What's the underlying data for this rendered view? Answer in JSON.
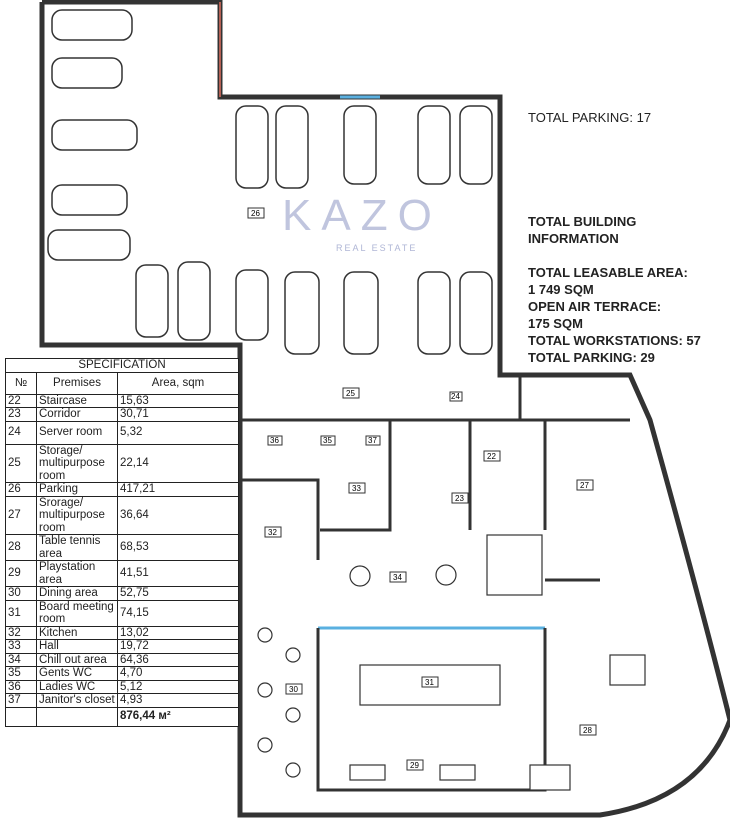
{
  "info": {
    "parking_top": "TOTAL PARKING: 17",
    "building_title_1": "TOTAL BUILDING",
    "building_title_2": "INFORMATION",
    "leasable_label": "TOTAL LEASABLE AREA:",
    "leasable_value": "1 749 SQM",
    "terrace_label": "OPEN AIR TERRACE:",
    "terrace_value": "175 SQM",
    "workstations": "TOTAL WORKSTATIONS: 57",
    "parking_total": "TOTAL PARKING: 29"
  },
  "watermark": {
    "name": "KAZO",
    "sub": "REAL ESTATE"
  },
  "spec": {
    "title": "SPECIFICATION",
    "headers": [
      "№",
      "Premises",
      "Area, sqm"
    ],
    "rows": [
      {
        "no": "22",
        "name": "Staircase",
        "area": "15,63"
      },
      {
        "no": "23",
        "name": "Corridor",
        "area": "30,71"
      },
      {
        "no": "24",
        "name": "Server room",
        "area": "5,32"
      },
      {
        "no": "25",
        "name": "Storage/ multipurpose room",
        "area": "22,14"
      },
      {
        "no": "26",
        "name": "Parking",
        "area": "417,21"
      },
      {
        "no": "27",
        "name": "Srorage/ multipurpose room",
        "area": "36,64"
      },
      {
        "no": "28",
        "name": "Table tennis area",
        "area": "68,53"
      },
      {
        "no": "29",
        "name": "Playstation area",
        "area": "41,51"
      },
      {
        "no": "30",
        "name": "Dining area",
        "area": "52,75"
      },
      {
        "no": "31",
        "name": "Board meeting room",
        "area": "74,15"
      },
      {
        "no": "32",
        "name": "Kitchen",
        "area": "13,02"
      },
      {
        "no": "33",
        "name": "Hall",
        "area": "19,72"
      },
      {
        "no": "34",
        "name": "Chill out area",
        "area": "64,36"
      },
      {
        "no": "35",
        "name": "Gents WC",
        "area": "4,70"
      },
      {
        "no": "36",
        "name": "Ladies WC",
        "area": "5,12"
      },
      {
        "no": "37",
        "name": "Janitor's closet",
        "area": "4,93"
      }
    ],
    "total": "876,44 м²"
  },
  "rooms": {
    "r22": "22",
    "r23": "23",
    "r24": "24",
    "r25": "25",
    "r26": "26",
    "r27": "27",
    "r28": "28",
    "r29": "29",
    "r30": "30",
    "r31": "31",
    "r32": "32",
    "r33": "33",
    "r34": "34",
    "r35": "35",
    "r36": "36",
    "r37": "37"
  }
}
